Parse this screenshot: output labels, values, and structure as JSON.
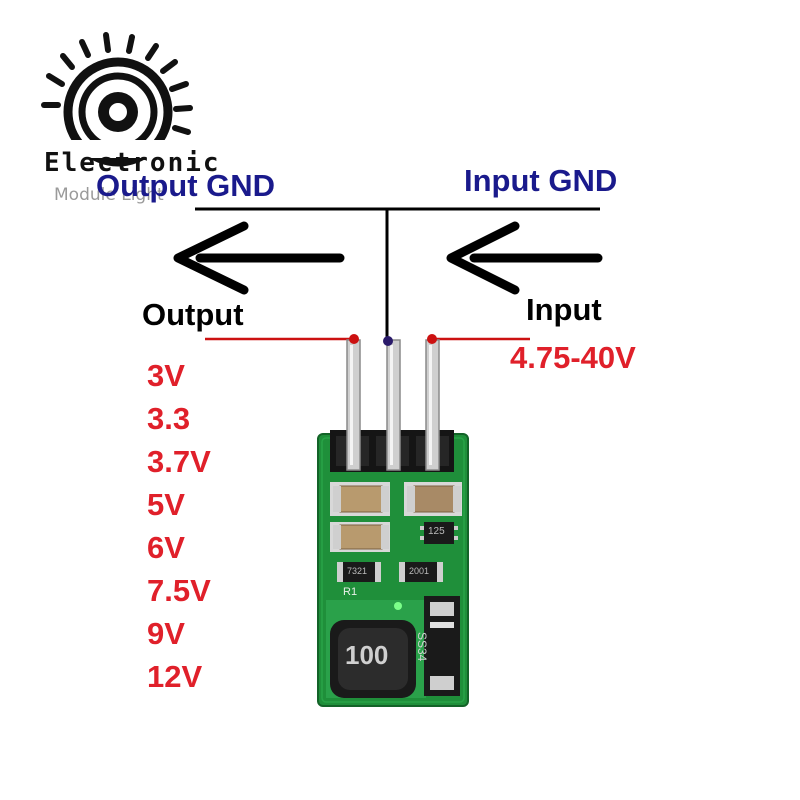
{
  "logo": {
    "brand": "Electronic",
    "tagline": "Module Light"
  },
  "labels": {
    "output_gnd": "Output GND",
    "input_gnd": "Input GND",
    "output": "Output",
    "input": "Input",
    "input_range": "4.75-40V"
  },
  "output_voltages": [
    "3V",
    "3.3",
    "3.7V",
    "5V",
    "6V",
    "7.5V",
    "9V",
    "12V"
  ],
  "board": {
    "inductor_marking": "100",
    "diode_marking": "SS34",
    "resistor_label": "R1",
    "chip_marking": "125",
    "resistor_codes": [
      "7321",
      "2001"
    ]
  },
  "colors": {
    "gnd_label": "#1a1a8c",
    "voltage_text": "#e0202a",
    "pcb_green": "#1f8f3a",
    "wire_red": "#cc1111",
    "wire_black": "#000000",
    "gnd_dot": "#2a1a6a"
  }
}
